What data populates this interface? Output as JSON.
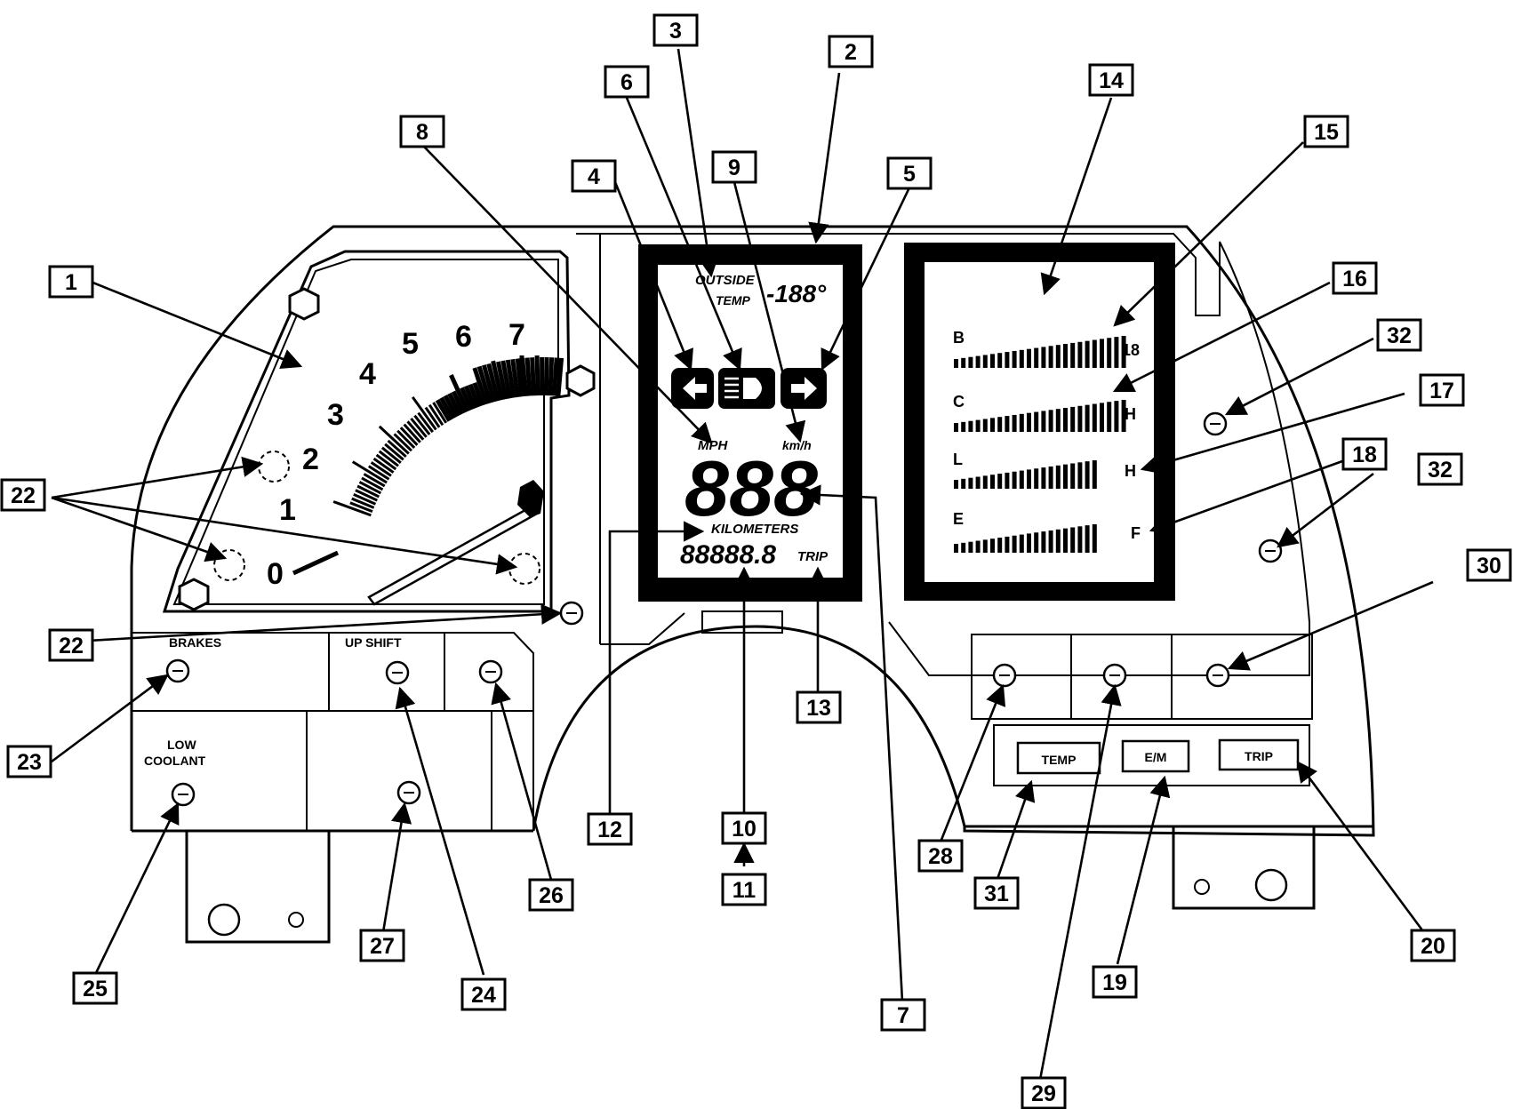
{
  "tach": {
    "numbers": [
      "0",
      "1",
      "2",
      "3",
      "4",
      "5",
      "6",
      "7"
    ]
  },
  "indicators": {
    "brakes": "BRAKES",
    "up_shift": "UP SHIFT",
    "low_coolant_line1": "LOW",
    "low_coolant_line2": "COOLANT"
  },
  "lcd": {
    "outside": "OUTSIDE",
    "temp": "TEMP",
    "temp_value": "-188°",
    "mph": "MPH",
    "kmh": "km/h",
    "speed_digits": "888",
    "kilometers": "KILOMETERS",
    "odometer": "88888.8",
    "trip": "TRIP"
  },
  "bar_gauges": [
    {
      "left": "B",
      "right": "18"
    },
    {
      "left": "C",
      "right": "H"
    },
    {
      "left": "L",
      "right": "H"
    },
    {
      "left": "E",
      "right": "F"
    }
  ],
  "buttons": {
    "temp": "TEMP",
    "em": "E/M",
    "trip": "TRIP"
  },
  "callouts": [
    {
      "id": "c1",
      "label": "1"
    },
    {
      "id": "c2",
      "label": "2"
    },
    {
      "id": "c3",
      "label": "3"
    },
    {
      "id": "c4",
      "label": "4"
    },
    {
      "id": "c5",
      "label": "5"
    },
    {
      "id": "c6",
      "label": "6"
    },
    {
      "id": "c7",
      "label": "7"
    },
    {
      "id": "c8",
      "label": "8"
    },
    {
      "id": "c9",
      "label": "9"
    },
    {
      "id": "c10",
      "label": "10"
    },
    {
      "id": "c11",
      "label": "11"
    },
    {
      "id": "c12",
      "label": "12"
    },
    {
      "id": "c13",
      "label": "13"
    },
    {
      "id": "c14",
      "label": "14"
    },
    {
      "id": "c15",
      "label": "15"
    },
    {
      "id": "c16",
      "label": "16"
    },
    {
      "id": "c17",
      "label": "17"
    },
    {
      "id": "c18",
      "label": "18"
    },
    {
      "id": "c19",
      "label": "19"
    },
    {
      "id": "c20",
      "label": "20"
    },
    {
      "id": "c21",
      "label": "22"
    },
    {
      "id": "c22",
      "label": "22"
    },
    {
      "id": "c23",
      "label": "23"
    },
    {
      "id": "c24",
      "label": "24"
    },
    {
      "id": "c25",
      "label": "25"
    },
    {
      "id": "c26",
      "label": "26"
    },
    {
      "id": "c27",
      "label": "27"
    },
    {
      "id": "c28",
      "label": "28"
    },
    {
      "id": "c29",
      "label": "29"
    },
    {
      "id": "c30",
      "label": "30"
    },
    {
      "id": "c31",
      "label": "31"
    },
    {
      "id": "c32a",
      "label": "32"
    },
    {
      "id": "c32b",
      "label": "32"
    }
  ]
}
